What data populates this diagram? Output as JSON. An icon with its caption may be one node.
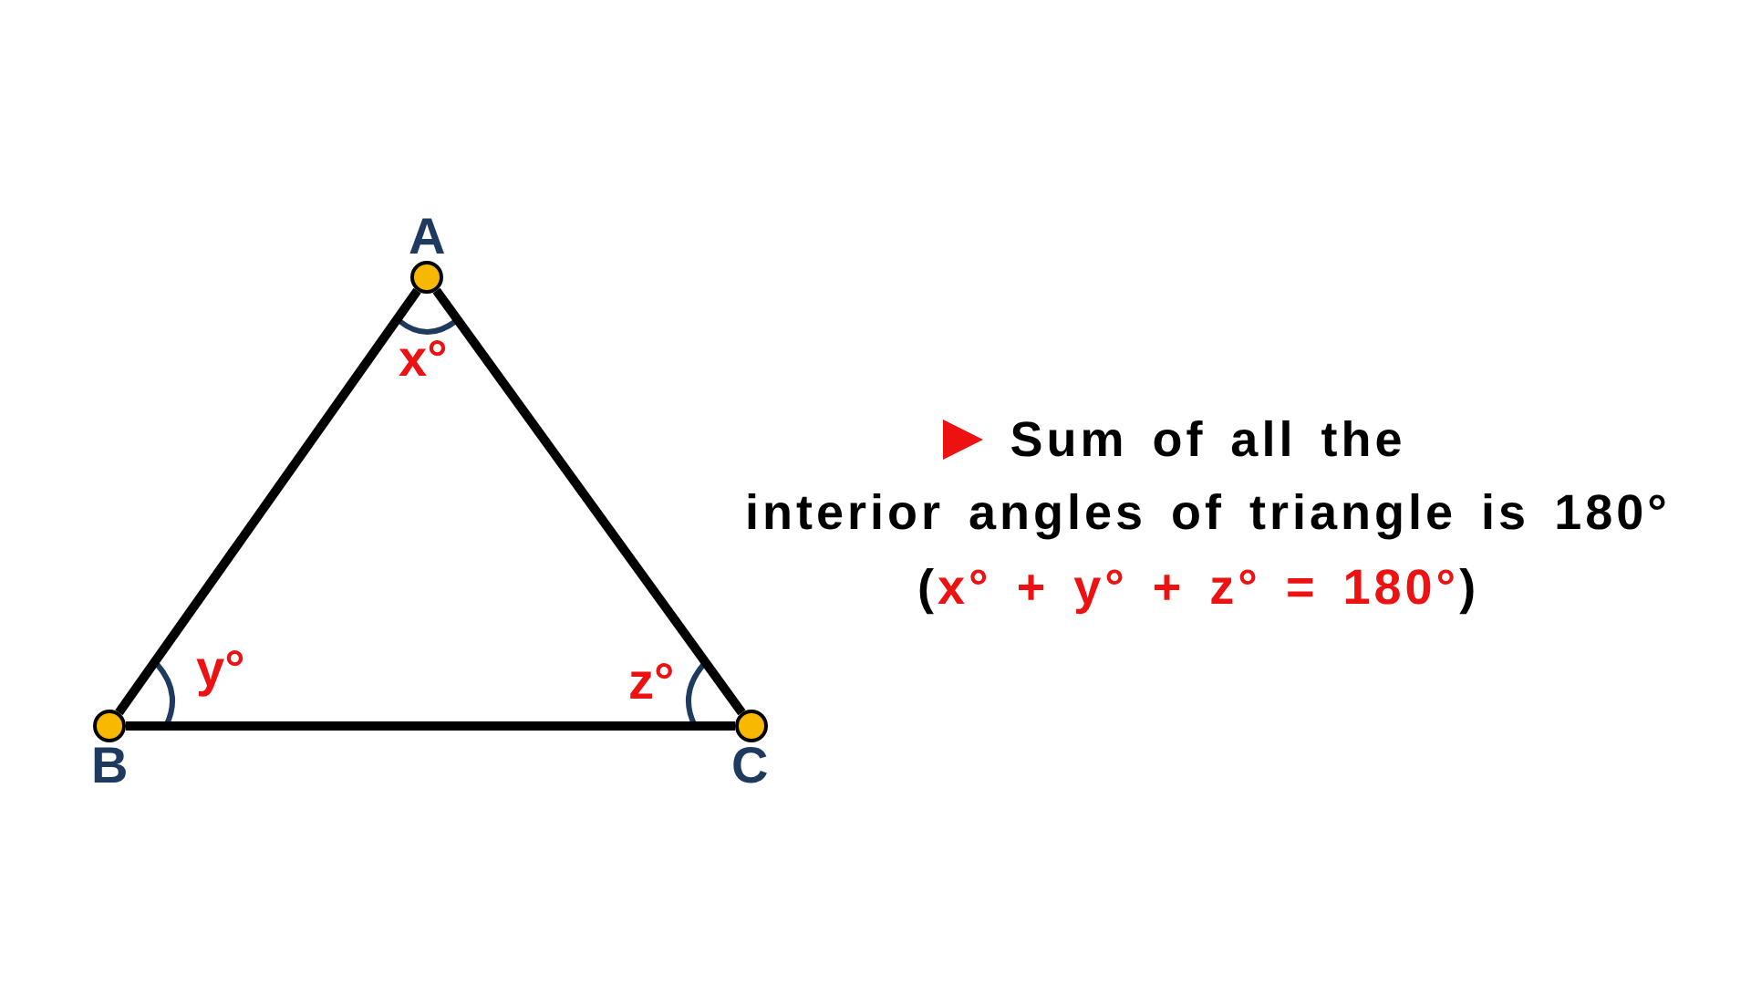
{
  "diagram": {
    "nodes": [
      {
        "text": [],
        "shape": "circle",
        "beside": [
          "A"
        ]
      },
      {
        "text": [],
        "shape": "circle",
        "beside": [
          "B"
        ]
      },
      {
        "text": [],
        "shape": "circle",
        "beside": [
          "C"
        ]
      }
    ],
    "edges": [
      {
        "from": 0,
        "to": 1,
        "arrow": "none"
      },
      {
        "from": 1,
        "to": 2,
        "arrow": "none"
      },
      {
        "from": 2,
        "to": 0,
        "arrow": "none"
      }
    ],
    "labels": [
      "x°",
      "y°",
      "z°",
      "Sum of all the interior angles of triangle is 180°",
      "(x° + y° + z° = 180°)"
    ]
  }
}
